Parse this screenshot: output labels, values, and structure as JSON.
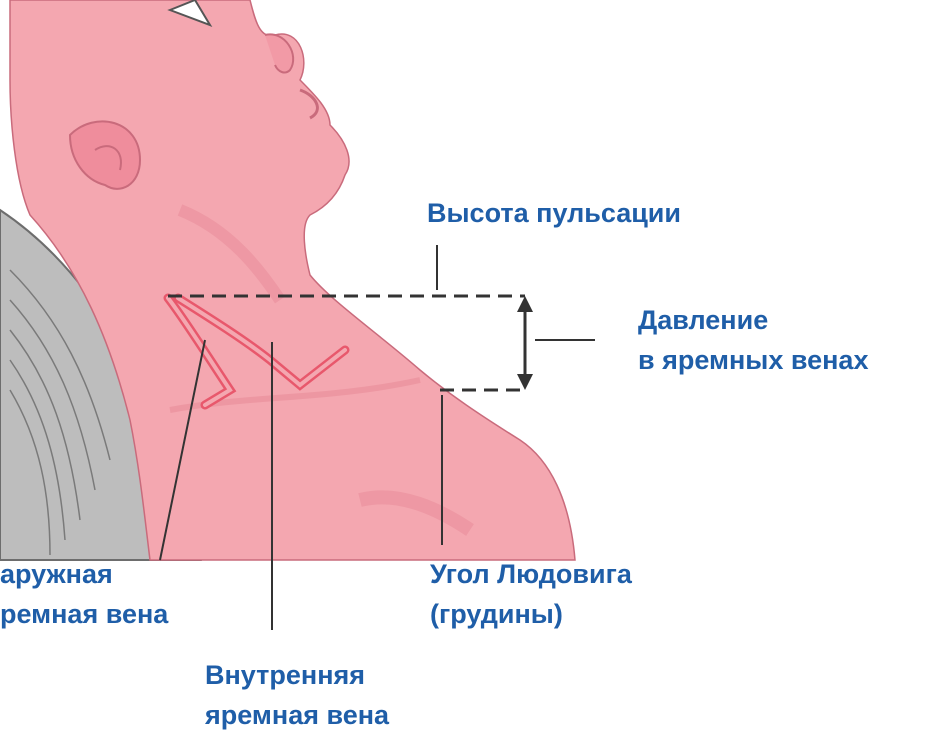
{
  "diagram": {
    "colors": {
      "skin": "#f4a7b0",
      "skin_shadow": "#e88a98",
      "vein": "#e8586c",
      "pillow": "#b8b8b8",
      "label_text": "#1f5ea8",
      "lines": "#333333"
    },
    "labels": {
      "pulse_height": "Высота пульсации",
      "jvp_line1": "Давление",
      "jvp_line2": "в яремных венах",
      "ext_jugular_line1": "аружная",
      "ext_jugular_line2": "ремная вена",
      "louis_angle_line1": "Угол Людовига",
      "louis_angle_line2": "(грудины)",
      "int_jugular_line1": "Внутренняя",
      "int_jugular_line2": "яремная вена"
    }
  }
}
